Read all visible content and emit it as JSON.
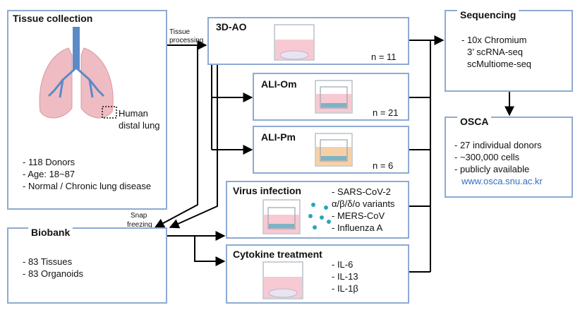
{
  "tissue": {
    "title": "Tissue collection",
    "lung_label_1": "Human",
    "lung_label_2": "distal lung",
    "items": [
      "- 118 Donors",
      "- Age: 18~87",
      "- Normal / Chronic lung disease"
    ]
  },
  "arrows": {
    "processing_1": "Tissue",
    "processing_2": "processing",
    "snap_1": "Snap",
    "snap_2": "freezing"
  },
  "ao": {
    "title": "3D-AO",
    "n": "n = 11"
  },
  "alio": {
    "title": "ALI-Om",
    "n": "n = 21"
  },
  "alip": {
    "title": "ALI-Pm",
    "n": "n = 6"
  },
  "virus": {
    "title": "Virus infection",
    "items": [
      "- SARS-CoV-2",
      "α/β/δ/o variants",
      "- MERS-CoV",
      "- Influenza A"
    ]
  },
  "cytokine": {
    "title": "Cytokine treatment",
    "items": [
      "- IL-6",
      "- IL-13",
      "- IL-1β"
    ]
  },
  "biobank": {
    "title": "Biobank",
    "items": [
      "- 83 Tissues",
      "- 83 Organoids"
    ]
  },
  "sequencing": {
    "title": "Sequencing",
    "items": [
      "- 10x Chromium",
      "3’ scRNA-seq",
      "scMultiome-seq"
    ]
  },
  "osca": {
    "title": "OSCA",
    "items": [
      "- 27 individual donors",
      "- ~300,000 cells",
      "- publicly available"
    ],
    "url": "www.osca.snu.ac.kr"
  },
  "colors": {
    "border": "#8eaad3",
    "link": "#2f6fc1",
    "lung": "#efbcc3",
    "airway": "#5b8ac7"
  }
}
